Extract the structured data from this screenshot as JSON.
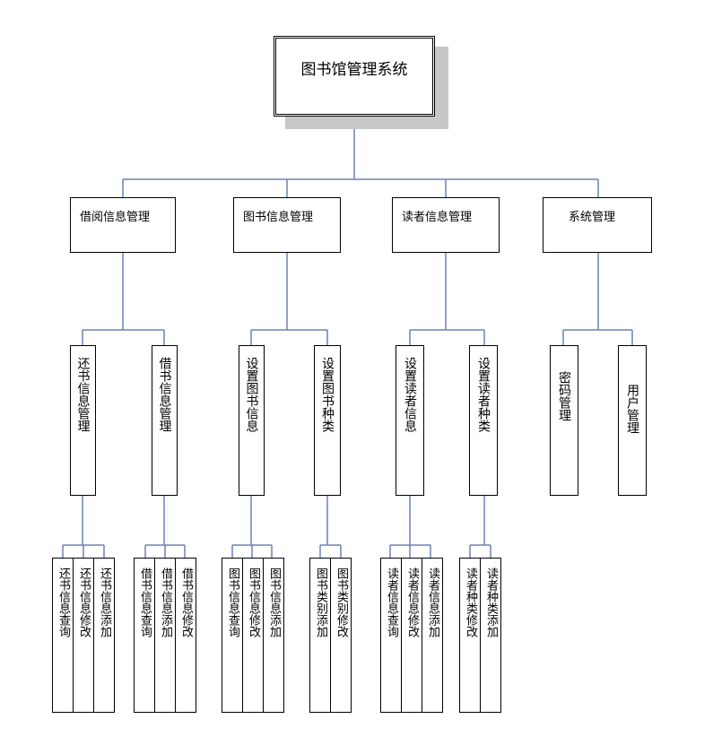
{
  "root": {
    "label": "图书馆管理系统"
  },
  "modules": [
    {
      "label": "借阅信息管理"
    },
    {
      "label": "图书信息管理"
    },
    {
      "label": "读者信息管理"
    },
    {
      "label": "系统管理"
    }
  ],
  "submodules": [
    {
      "label": "还书信息管理"
    },
    {
      "label": "借书信息管理"
    },
    {
      "label": "设置图书信息"
    },
    {
      "label": "设置图书种类"
    },
    {
      "label": "设置读者信息"
    },
    {
      "label": "设置读者种类"
    },
    {
      "label": "密码管理"
    },
    {
      "label": "用户管理"
    }
  ],
  "leaves": [
    {
      "label": "还书信息查询"
    },
    {
      "label": "还书信息修改"
    },
    {
      "label": "还书信息添加"
    },
    {
      "label": "借书信息查询"
    },
    {
      "label": "借书信息添加"
    },
    {
      "label": "借书信息修改"
    },
    {
      "label": "图书信息查询"
    },
    {
      "label": "图书信息修改"
    },
    {
      "label": "图书信息添加"
    },
    {
      "label": "图书类别添加"
    },
    {
      "label": "图书类别修改"
    },
    {
      "label": "读者信息查询"
    },
    {
      "label": "读者信息修改"
    },
    {
      "label": "读者信息添加"
    },
    {
      "label": "读者种类修改"
    },
    {
      "label": "读者种类添加"
    }
  ],
  "colors": {
    "connector": "#6b82b5",
    "border": "#000000",
    "shadow": "#c8c8c8"
  }
}
